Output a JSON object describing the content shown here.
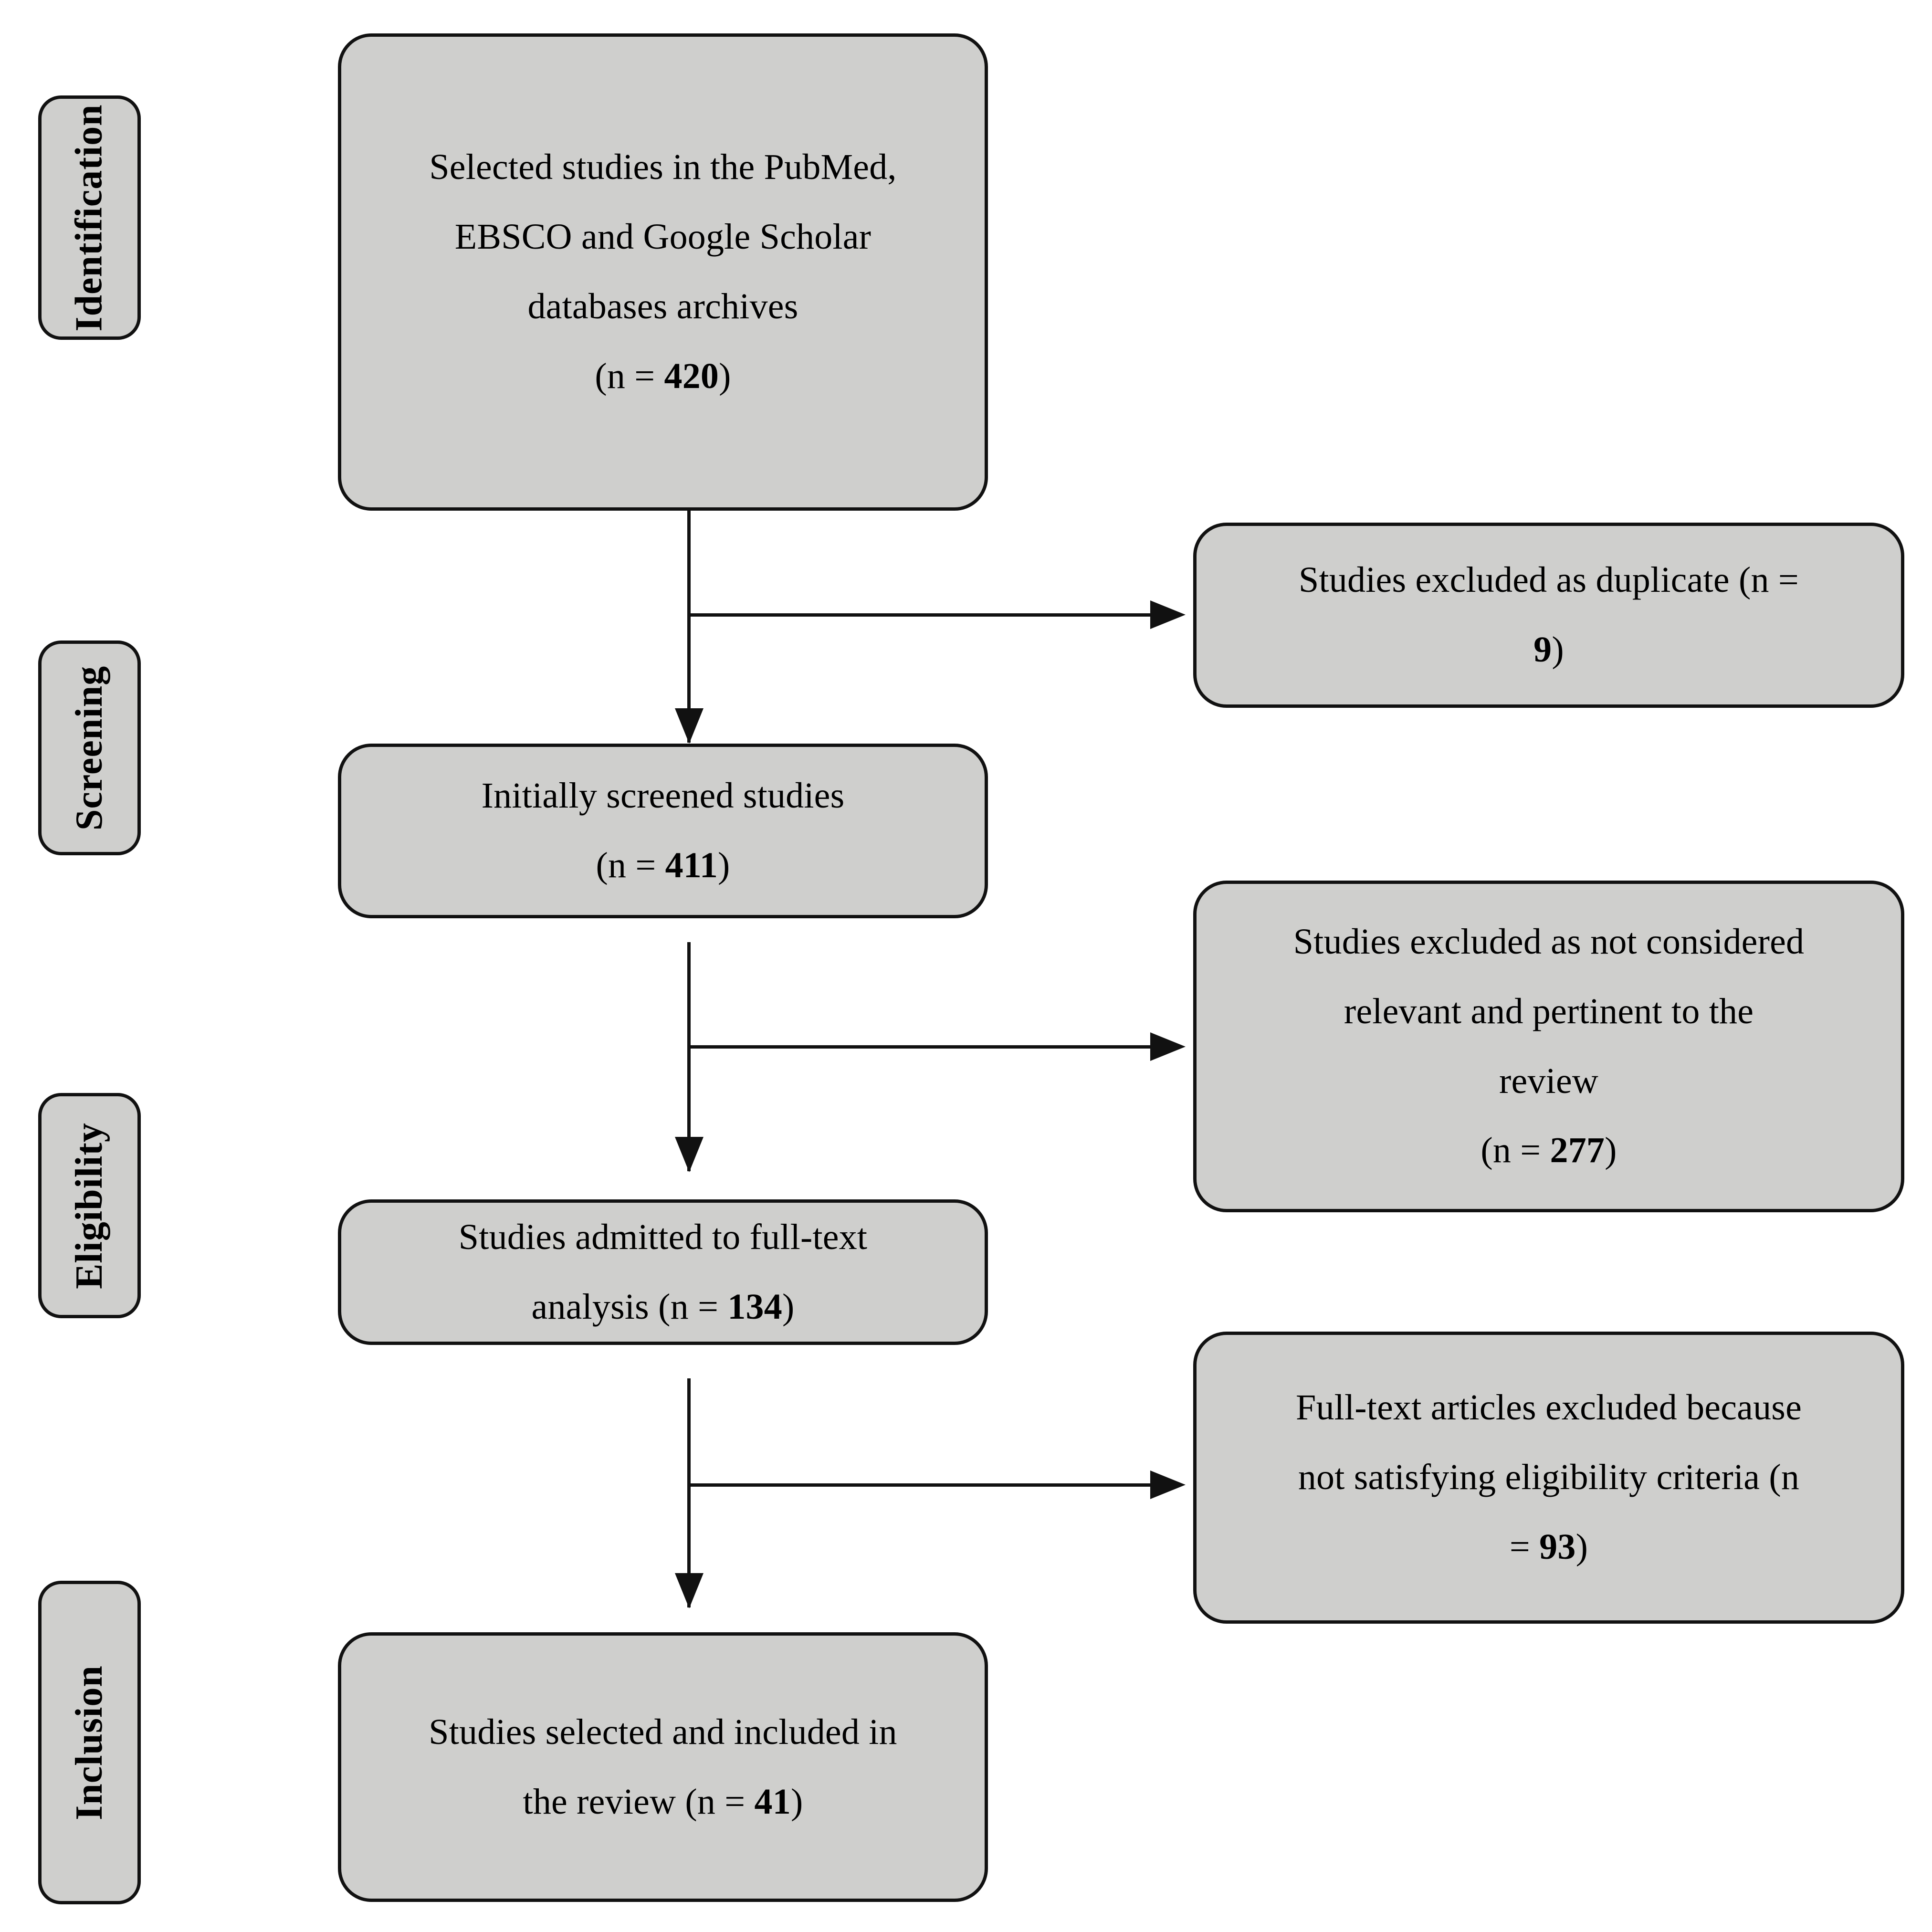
{
  "diagram": {
    "type": "prisma-flow-diagram",
    "title": "PRISMA study selection flow diagram",
    "fill_color": "#cfcfcd",
    "stroke_color": "#111111",
    "background_color": "#ffffff"
  },
  "stages": [
    {
      "label": "Identification"
    },
    {
      "label": "Screening"
    },
    {
      "label": "Eligibility"
    },
    {
      "label": "Inclusion"
    }
  ],
  "flow_boxes": [
    {
      "id": "identification-records",
      "lines": [
        "Selected studies in the PubMed,",
        "EBSCO and Google Scholar",
        "databases archives"
      ],
      "count_prefix": "(n = ",
      "count": "420",
      "count_suffix": ")"
    },
    {
      "id": "screened-records",
      "lines": [
        "Initially screened studies"
      ],
      "count_prefix": "(n = ",
      "count": "411",
      "count_suffix": ")"
    },
    {
      "id": "fulltext-assessed",
      "lines": [
        "Studies admitted to full-text"
      ],
      "count_prefix": "analysis (n = ",
      "count": "134",
      "count_suffix": ")"
    },
    {
      "id": "included-studies",
      "lines": [
        "Studies selected and included in"
      ],
      "count_prefix": "the review (n = ",
      "count": "41",
      "count_suffix": ")"
    }
  ],
  "exclusion_boxes": [
    {
      "id": "excluded-duplicates",
      "lines": [
        "Studies excluded as duplicate (n ="
      ],
      "count": "9",
      "count_suffix": ")"
    },
    {
      "id": "excluded-not-relevant",
      "lines": [
        "Studies excluded as not considered",
        "relevant and pertinent to the",
        "review"
      ],
      "count_prefix": "(n = ",
      "count": "277",
      "count_suffix": ")"
    },
    {
      "id": "excluded-eligibility",
      "lines": [
        "Full-text articles excluded because",
        "not satisfying eligibility criteria (n"
      ],
      "count_prefix": "= ",
      "count": "93",
      "count_suffix": ")"
    }
  ],
  "chart_data": {
    "type": "diagram",
    "title": "PRISMA flow of study selection",
    "nodes": [
      {
        "stage": "Identification",
        "label": "Selected studies in the PubMed, EBSCO and Google Scholar databases archives",
        "n": 420
      },
      {
        "stage": "Identification",
        "label": "Studies excluded as duplicate",
        "n": 9,
        "kind": "exclusion"
      },
      {
        "stage": "Screening",
        "label": "Initially screened studies",
        "n": 411
      },
      {
        "stage": "Screening",
        "label": "Studies excluded as not considered relevant and pertinent to the review",
        "n": 277,
        "kind": "exclusion"
      },
      {
        "stage": "Eligibility",
        "label": "Studies admitted to full-text analysis",
        "n": 134
      },
      {
        "stage": "Eligibility",
        "label": "Full-text articles excluded because not satisfying eligibility criteria",
        "n": 93,
        "kind": "exclusion"
      },
      {
        "stage": "Inclusion",
        "label": "Studies selected and included in the review",
        "n": 41
      }
    ]
  }
}
